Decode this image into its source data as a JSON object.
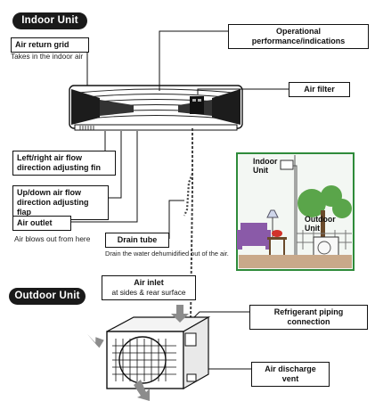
{
  "titles": {
    "indoor_unit": "Indoor  Unit",
    "outdoor_unit": "Outdoor Unit"
  },
  "labels": {
    "operational": "Operational performance/indications",
    "air_return": "Air return grid",
    "air_return_sub": "Takes in the indoor air",
    "air_filter": "Air filter",
    "lr_fin": "Left/right air flow direction adjusting fin",
    "ud_flap": "Up/down air flow direction adjusting flap",
    "air_outlet": "Air outlet",
    "air_outlet_sub": "Air blows out from here",
    "drain_tube": "Drain tube",
    "drain_tube_sub": "Drain the water dehumidified out of the air.",
    "air_inlet": "Air inlet",
    "air_inlet_sub": "at sides &  rear surface",
    "refrigerant": "Refrigerant piping connection",
    "air_discharge": "Air discharge vent"
  },
  "inset": {
    "indoor_label": "Indoor Unit",
    "outdoor_label": "Outdoor Unit"
  },
  "colors": {
    "inset_border": "#2e8b3a",
    "tree": "#5aa54a",
    "sky": "#f3f7f3",
    "sofa": "#8a5aa8",
    "phone": "#d1322a",
    "ground": "#c9a98a"
  }
}
